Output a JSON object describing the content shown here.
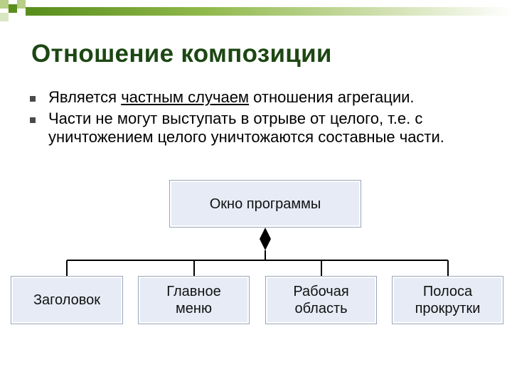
{
  "slide": {
    "title": "Отношение композиции",
    "bullets": [
      {
        "pre": "Является ",
        "underlined": "частным случаем",
        "post": " отношения агрегации."
      },
      {
        "text": "Части не могут выступать в отрыве от целого, т.е. с уничтожением целого уничтожаются составные части."
      }
    ]
  },
  "diagram": {
    "parent": "Окно программы",
    "children": [
      "Заголовок",
      "Главное меню",
      "Рабочая область",
      "Полоса прокрутки"
    ]
  },
  "colors": {
    "title": "#1c4712",
    "accent_green": "#5a8f1e",
    "light_green": "#b7cf86",
    "box_fill": "#e6ebf5",
    "box_border": "#9aa6bb"
  }
}
